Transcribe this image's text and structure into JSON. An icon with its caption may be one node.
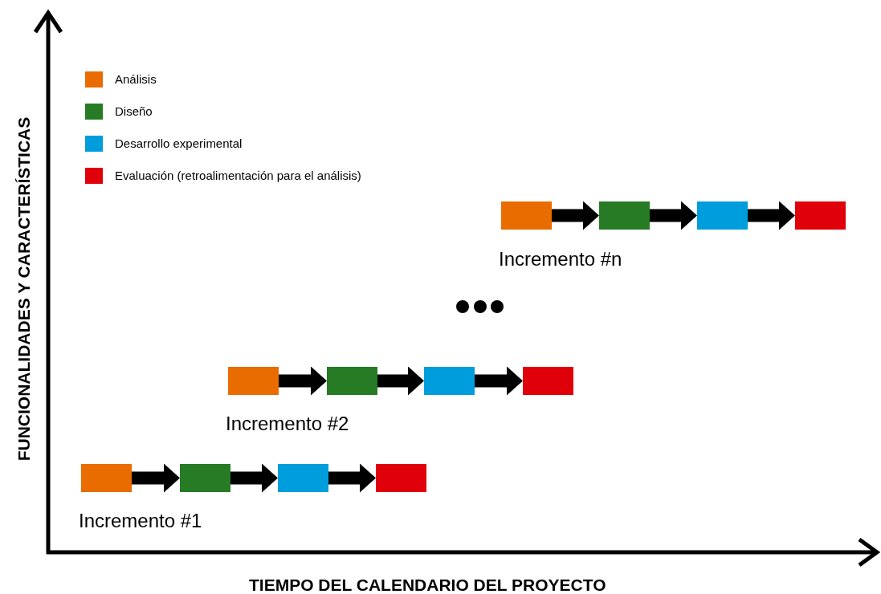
{
  "diagram": {
    "nodes": [
      {
        "text": [],
        "shape": "box"
      },
      {
        "text": [],
        "shape": "box"
      },
      {
        "text": [],
        "shape": "box"
      },
      {
        "text": [],
        "shape": "box"
      },
      {
        "text": [],
        "shape": "box"
      },
      {
        "text": [],
        "shape": "box"
      },
      {
        "text": [],
        "shape": "box"
      },
      {
        "text": [],
        "shape": "box"
      },
      {
        "text": [],
        "shape": "box"
      },
      {
        "text": [],
        "shape": "box"
      },
      {
        "text": [],
        "shape": "box"
      },
      {
        "text": [],
        "shape": "box"
      }
    ],
    "edges": [
      {
        "from": 0,
        "to": 1,
        "arrow": "to"
      },
      {
        "from": 1,
        "to": 2,
        "arrow": "to"
      },
      {
        "from": 2,
        "to": 3,
        "arrow": "to"
      },
      {
        "from": 4,
        "to": 5,
        "arrow": "to"
      },
      {
        "from": 5,
        "to": 6,
        "arrow": "to"
      },
      {
        "from": 6,
        "to": 7,
        "arrow": "to"
      },
      {
        "from": 8,
        "to": 9,
        "arrow": "to"
      },
      {
        "from": 9,
        "to": 10,
        "arrow": "to"
      },
      {
        "from": 10,
        "to": 11,
        "arrow": "to"
      }
    ],
    "labels": [
      "FUNCIONALIDADES Y CARACTERÍSTICAS",
      "Incremento #n",
      "Incremento #2",
      "Incremento #1",
      "TIEMPO DEL CALENDARIO DEL PROYECTO"
    ],
    "legend": [
      {
        "text": "Análisis",
        "color": "#e96c00"
      },
      {
        "text": "Diseño",
        "color": "#267b24"
      },
      {
        "text": "Desarrollo experimental",
        "color": "#009ddc"
      },
      {
        "text": "Evaluación (retroalimentación para el análisis)",
        "color": "#e0000a"
      }
    ]
  }
}
